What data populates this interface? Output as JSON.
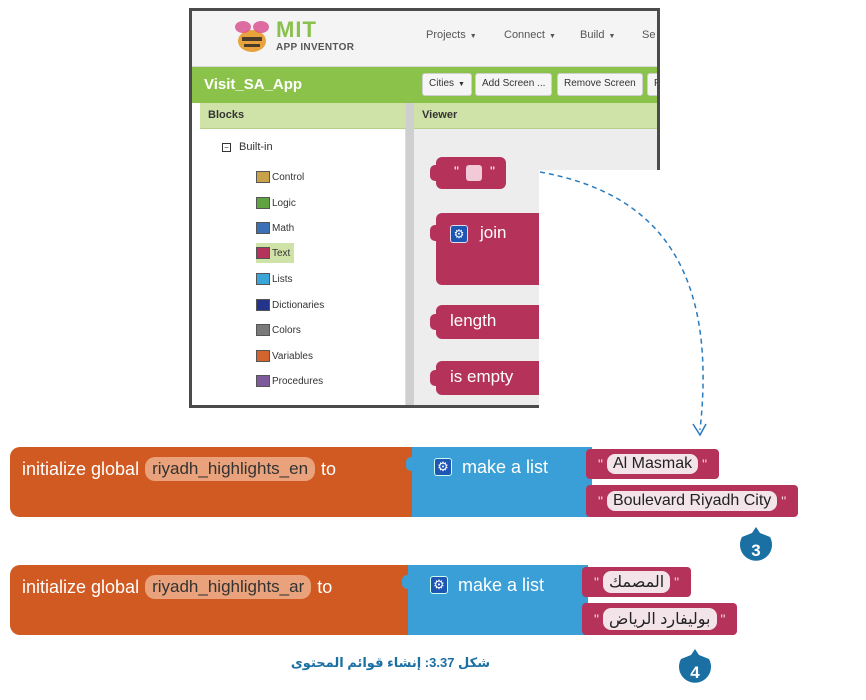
{
  "app": {
    "logo_title": "MIT",
    "logo_subtitle": "APP INVENTOR",
    "menu": [
      "Projects",
      "Connect",
      "Build",
      "Se"
    ],
    "project_name": "Visit_SA_App",
    "toolbar": [
      "Cities",
      "Add Screen ...",
      "Remove Screen",
      "P"
    ],
    "blocks_header": "Blocks",
    "viewer_header": "Viewer",
    "builtin_label": "Built-in",
    "categories": [
      {
        "label": "Control",
        "color": "#c9a24a"
      },
      {
        "label": "Logic",
        "color": "#5fa342"
      },
      {
        "label": "Math",
        "color": "#3b6fb6"
      },
      {
        "label": "Text",
        "color": "#b5325b"
      },
      {
        "label": "Lists",
        "color": "#39a6d7"
      },
      {
        "label": "Dictionaries",
        "color": "#23348a"
      },
      {
        "label": "Colors",
        "color": "#7a7a7a"
      },
      {
        "label": "Variables",
        "color": "#d2652d"
      },
      {
        "label": "Procedures",
        "color": "#7e5a9c"
      }
    ],
    "selected_category": "Text",
    "viewer_blocks": {
      "quote": "\"",
      "join": "join",
      "length": "length",
      "is_empty": "is empty"
    }
  },
  "blocks": [
    {
      "init_label": "initialize global",
      "variable": "riyadh_highlights_en",
      "to_label": "to",
      "make_list": "make a list",
      "items": [
        "Al Masmak",
        "Boulevard Riyadh City"
      ],
      "badge": "3"
    },
    {
      "init_label": "initialize global",
      "variable": "riyadh_highlights_ar",
      "to_label": "to",
      "make_list": "make a list",
      "items": [
        "المصمك",
        "بوليفارد الرياض"
      ],
      "badge": "4"
    }
  ],
  "caption": "شكل 3.37: إنشاء قوائم المحتوى",
  "colors": {
    "appbar_green": "#8bc34a",
    "text_block": "#b5325b",
    "list_block": "#3a9fd6",
    "variable_block": "#d05a21",
    "badge": "#1a6fa3"
  }
}
